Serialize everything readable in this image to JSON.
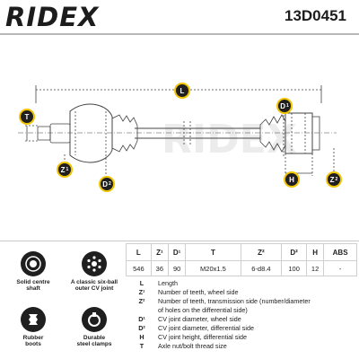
{
  "header": {
    "brand": "RIDEX",
    "part_number": "13D0451"
  },
  "diagram": {
    "labels": {
      "L": "L",
      "T": "T",
      "Z1": "Z",
      "D2": "D",
      "D1": "D",
      "H": "H",
      "Z2": "Z"
    },
    "superscripts": {
      "Z1": "1",
      "D2": "2",
      "D1": "1",
      "Z2": "2"
    },
    "colors": {
      "badge_fill": "#1f1f1f",
      "badge_ring": "#f2c400",
      "line": "#444444"
    }
  },
  "specs": {
    "headers": [
      "L",
      "Z¹",
      "D¹",
      "T",
      "Z²",
      "D²",
      "H",
      "ABS"
    ],
    "values": [
      "546",
      "36",
      "90",
      "M20x1.5",
      "6-d8.4",
      "100",
      "12",
      "-"
    ]
  },
  "legend": [
    {
      "key": "L",
      "text": "Length"
    },
    {
      "key": "Z¹",
      "text": "Number of teeth, wheel side"
    },
    {
      "key": "Z²",
      "text": "Number of teeth, transmission side (number/diameter"
    },
    {
      "key": "",
      "text": "of holes on the differential side)"
    },
    {
      "key": "D¹",
      "text": "CV joint diameter, wheel side"
    },
    {
      "key": "D²",
      "text": "CV joint diameter, differential side"
    },
    {
      "key": "H",
      "text": "CV joint height, differential side"
    },
    {
      "key": "T",
      "text": "Axle nut/bolt thread size"
    }
  ],
  "features": [
    {
      "icon": "target-icon",
      "line1": "Solid centre",
      "line2": "shaft"
    },
    {
      "icon": "cv-joint-icon",
      "line1": "A classic six-ball",
      "line2": "outer CV joint"
    },
    {
      "icon": "rubber-boot-icon",
      "line1": "Rubber",
      "line2": "boots"
    },
    {
      "icon": "clamp-icon",
      "line1": "Durable",
      "line2": "steel clamps"
    }
  ]
}
